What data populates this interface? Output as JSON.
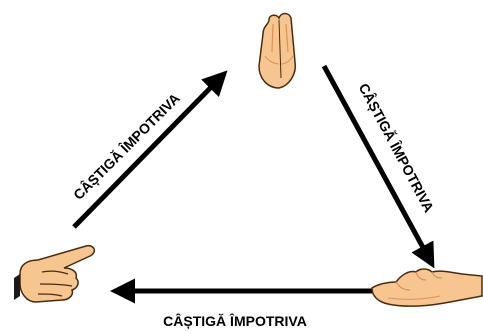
{
  "diagram": {
    "nodes": [
      {
        "id": "rock",
        "name": "rock-hand"
      },
      {
        "id": "paper",
        "name": "paper-hand"
      },
      {
        "id": "scissors",
        "name": "scissors-hand"
      }
    ],
    "edges": [
      {
        "from": "rock",
        "to": "scissors",
        "label": "CÂȘTIGĂ ÎMPOTRIVA"
      },
      {
        "from": "paper",
        "to": "rock",
        "label": "CÂȘTIGĂ ÎMPOTRIVA"
      },
      {
        "from": "scissors",
        "to": "paper",
        "label": "CÂȘTIGĂ ÎMPOTRIVA"
      }
    ]
  },
  "colors": {
    "background": "#ffffff",
    "arrow": "#000000",
    "skin": "#f7c58f",
    "skin_shadow": "#d9935a",
    "outline": "#4a2a10"
  }
}
